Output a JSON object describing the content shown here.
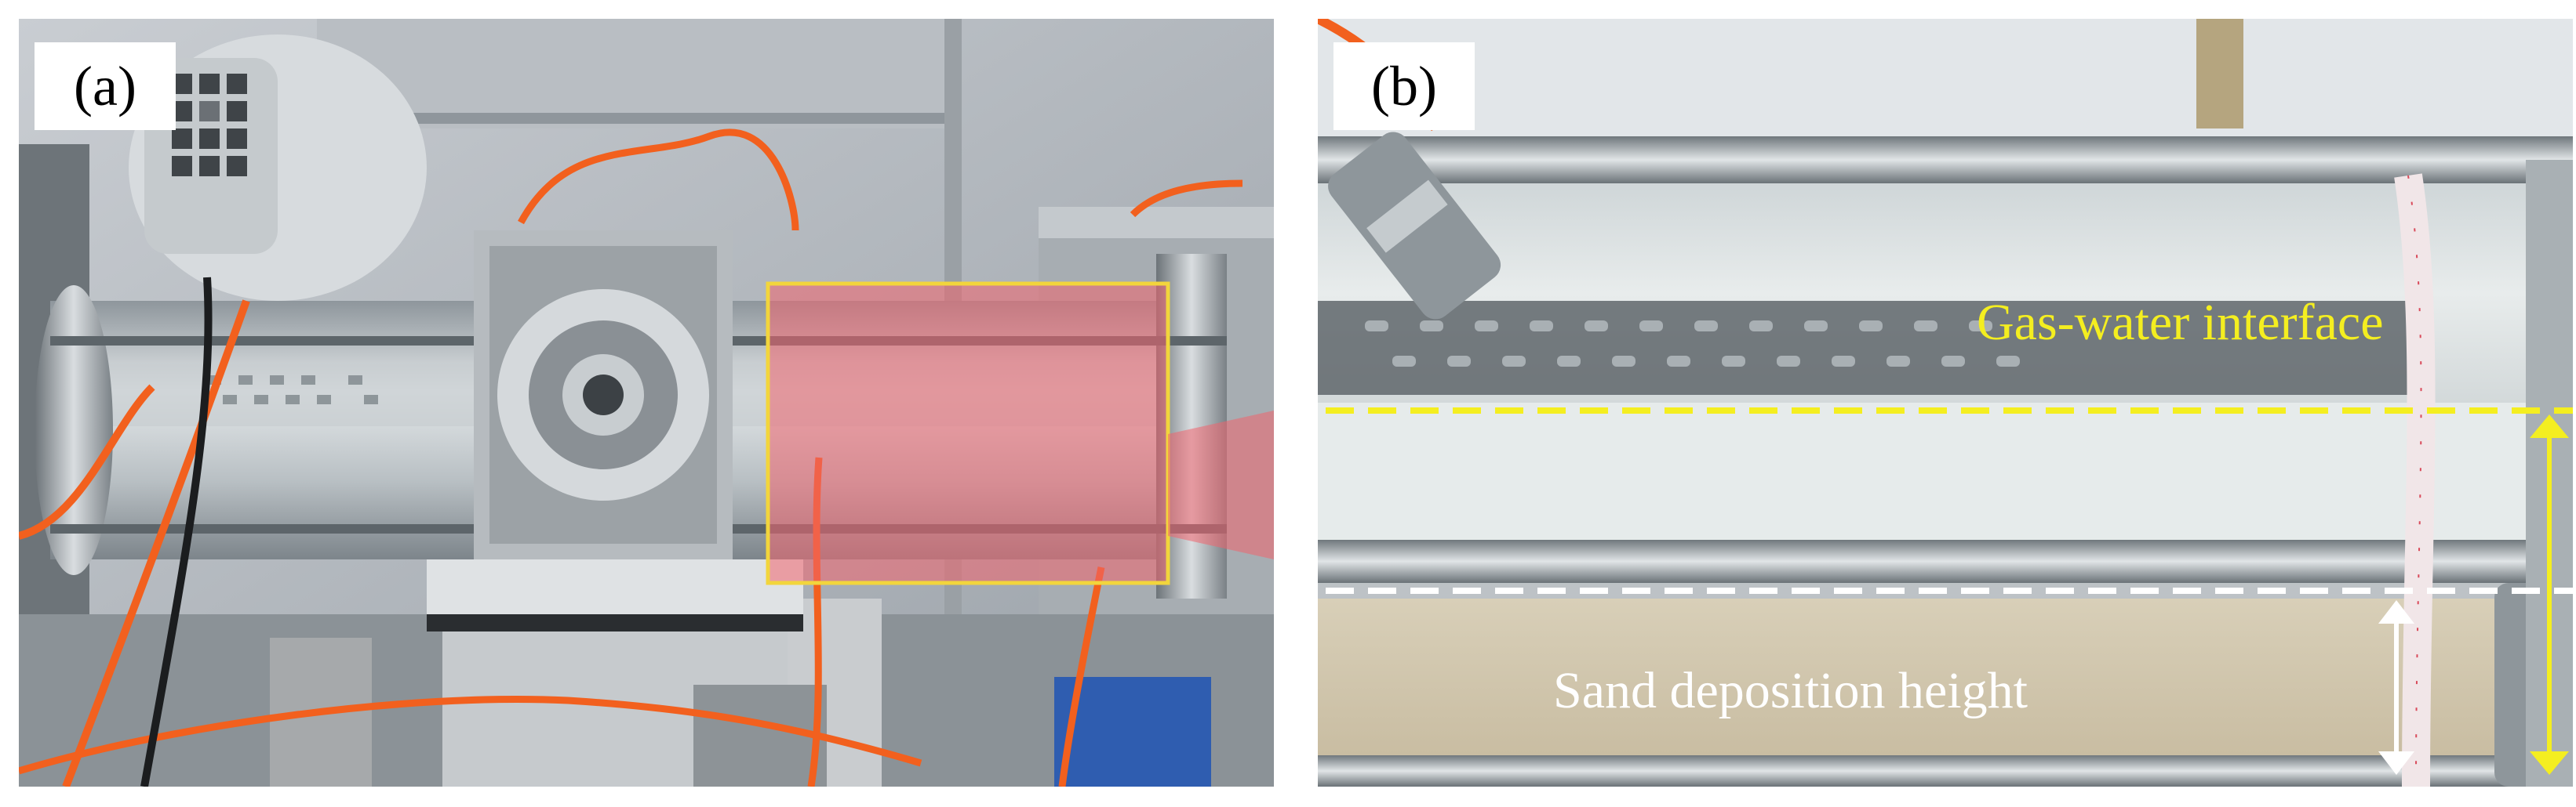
{
  "panels": {
    "a": {
      "label": "(a)"
    },
    "b": {
      "label": "(b)",
      "annotations": {
        "gas_water_interface": "Gas-water interface",
        "sand_deposition_height": "Sand deposition height"
      }
    }
  },
  "colors": {
    "interface_line": "#f4ee20",
    "sand_line": "#ffffff",
    "highlight_box": "#f2d53c",
    "highlight_fill": "#f0646e",
    "tubing": "#f2601e",
    "gas_water_text": "#f4ee20",
    "sand_text": "#ffffff"
  }
}
